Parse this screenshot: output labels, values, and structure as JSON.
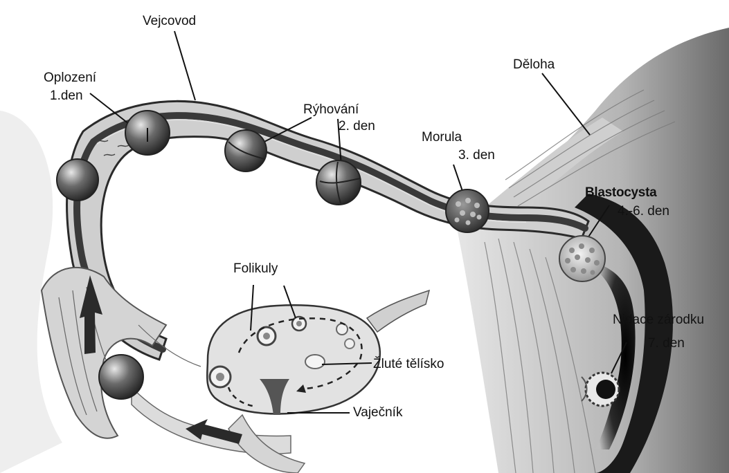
{
  "labels": {
    "oviduct": "Vejcovod",
    "uterus": "Děloha",
    "fertilization": "Oplození",
    "fertilization_day": "1.den",
    "cleavage": "Rýhování",
    "cleavage_day": "2. den",
    "morula": "Morula",
    "morula_day": "3. den",
    "blastocyst": "Blastocysta",
    "blastocyst_day": "4.-6. den",
    "nidation": "Nidace zárodku",
    "nidation_day": "7. den",
    "follicles": "Folikuly",
    "corpus_luteum": "Žluté tělísko",
    "ovary": "Vaječník"
  },
  "colors": {
    "background": "#ffffff",
    "tissue_dark": "#3a3a3a",
    "tissue_mid": "#8c8c8c",
    "tissue_light": "#d9d9d9",
    "cell": "#4a4a4a"
  }
}
